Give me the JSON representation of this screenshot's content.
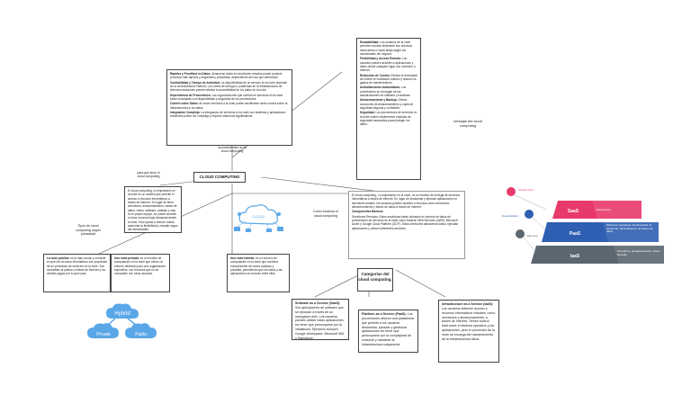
{
  "central": {
    "title": "CLOUD COMPUTING"
  },
  "top_box": {
    "items": [
      {
        "k": "Rapidez y Prontitud en Datos:",
        "v": "Almacenar datos en servidores remotos puede producir procesos más rápidos y seguridad y privacidad, dependiendo del uso que seleccione."
      },
      {
        "k": "Confiabilidad y Tiempo de Actividad:",
        "v": "La disponibilidad de un servicio en la nube depende de la conectividad a Internet. Los cortes de energía o problemas en la infraestructura de telecomunicaciones pueden afectar la accesibilidad de los datos en la nube."
      },
      {
        "k": "Dependencia de Proveedores:",
        "v": "Las organizaciones que confían en servicios en la nube están vinculadas a la disponibilidad y seguridad de los proveedores."
      },
      {
        "k": "Control sobre Datos:",
        "v": "Al mover servicios a la nube puede sacrificarse cierto control sobre la infraestructura y los datos."
      },
      {
        "k": "Integración Compleja:",
        "v": "La integración de servicios en la nube con sistemas y aplicaciones existentes puede ser compleja y requerir esfuerzos significativos."
      }
    ]
  },
  "right_box": {
    "items": [
      {
        "k": "Escalabilidad:",
        "v": "Los usuarios de la nube permiten escalar fácilmente sus recursos hacia arriba o hacia abajo según las necesidades del negocio."
      },
      {
        "k": "Flexibilidad y Acceso Remoto:",
        "v": "Los usuarios pueden acceder a aplicaciones y datos desde cualquier lugar con conexión a Internet."
      },
      {
        "k": "Reducción de Costos:",
        "v": "Elimina la necesidad de invertir en hardware costoso y reduce los gastos de mantenimiento."
      },
      {
        "k": "Actualizaciones Automáticas:",
        "v": "Los proveedores se encargan de las actualizaciones de software y hardware."
      },
      {
        "k": "Almacenamiento y Backup:",
        "v": "Ofrece soluciones de almacenamiento y copia de seguridad seguras y confiables."
      },
      {
        "k": "Seguridad:",
        "v": "Los proveedores de servicios en la nube suelen implementar medidas de seguridad avanzadas para proteger los datos."
      }
    ]
  },
  "labels": {
    "inconvenientes": "Inconvenientes de la cloud computing",
    "ventajas": "ventajas del cloud computing",
    "para_que": "para que sirve el cloud computing",
    "tipos": "Tipos de cloud computing según privacidad",
    "como_funciona": "Como funciona el cloud computing",
    "categorias": "Categorías del cloud computing."
  },
  "para_que_box": {
    "text": "El cloud computing o computación en la nube es un modelo que permite el acceso a recursos informáticos a través de Internet. En lugar de tener servidores, almacenamiento, bases de datos, redes, software, análisis y más en el propio equipo, se puede acceder a estos recursos bajo demanda desde la nube. Esto ayuda a reducir costos, aumentar la flexibilidad y escalar según las necesidades."
  },
  "como_box": {
    "intro": "El cloud computing, o computación en la nube, es un modelo de entrega de servicios informáticos a través de Internet. En lugar de almacenar y ejecutar aplicaciones en servidores locales, los usuarios pueden acceder a recursos como servidores, almacenamiento y bases de datos a través de Internet.",
    "head": "Componentes Básicos:",
    "body": "Servidores Remotos: Estos servidores están ubicados en centros de datos de proveedores de servicios en la nube como Amazon Web Services (AWS), Microsoft Azure y Google Cloud Platform (GCP). Estos servidores almacenan datos, ejecutan aplicaciones y ofrecen diferentes servicios."
  },
  "tipos_boxes": [
    {
      "k": "La nube pública:",
      "v": "es la más común y consiste en que los recursos informáticos son propiedad de un proveedor de servicios en la nube. Son accesibles al público a través de Internet y los clientes pagan por lo que usan."
    },
    {
      "k": "Una nube privada:",
      "v": "es un modelo de computación en la nube que ofrece un entorno dedicado para una organización específica, con recursos que no se comparten con otros usuarios."
    },
    {
      "k": "Una nube híbrida:",
      "v": "es un entorno de computación en la nube que combina componentes de nubes públicas y privadas, permitiendo que los datos y las aplicaciones se muevan entre ellas."
    }
  ],
  "hybrid": {
    "top": "Hybrid",
    "left": "Private",
    "right": "Public"
  },
  "categorias_boxes": [
    {
      "k": "Software as a Service (SaaS):",
      "v": "Son aplicaciones de software que se ejecutan a través de un navegador web. Los usuarios pueden utilizar estas aplicaciones sin tener que preocuparse por la instalación. Ejemplos incluyen Google Workspace, Microsoft 365 y Salesforce."
    },
    {
      "k": "Platform as a Service (PaaS):",
      "v": "Los proveedores ofrecen una plataforma que permite a los usuarios desarrollar, ejecutar y gestionar aplicaciones sin tener que preocuparse por la complejidad de construir y mantener la infraestructura subyacente."
    },
    {
      "k": "Infrastructure as a Service (IaaS):",
      "v": "Los usuarios obtienen acceso a recursos informáticos virtuales, como servidores y almacenamiento, a través de Internet. Tienen control total sobre el sistema operativo y las aplicaciones, pero el proveedor de la nube se encarga del mantenimiento de la infraestructura física."
    }
  ],
  "pyramid": {
    "levels": [
      {
        "name": "SaaS",
        "note": "Aplicaciones",
        "color": "#e8396b"
      },
      {
        "name": "PaaS",
        "note": "Sistemas operativos, herramientas de desarrollo, administración de bases de datos",
        "color": "#2f5fb3"
      },
      {
        "name": "IaaS",
        "note": "Servidores, almacenamiento, redes, firewalls",
        "color": "#5b6670"
      }
    ],
    "users": [
      "Usuario final",
      "Desarrollador",
      "Ejecutivo"
    ]
  },
  "colors": {
    "cloud_blue": "#5aa7e8",
    "line": "#555555",
    "saas": "#e8396b",
    "paas": "#2f5fb3",
    "iaas": "#5b6670"
  }
}
